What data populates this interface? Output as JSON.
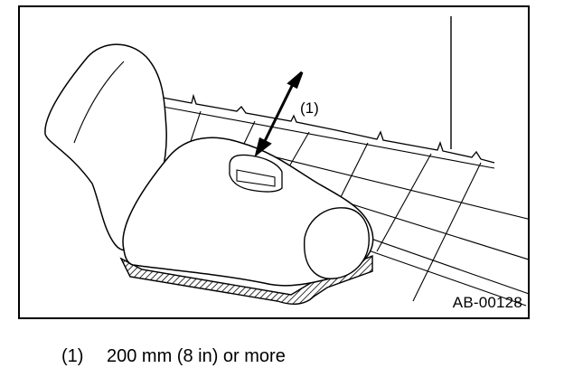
{
  "figure": {
    "id_label": "AB-00128",
    "callout": "(1)",
    "depicts": [
      "seat",
      "floor",
      "headroom-arrow"
    ]
  },
  "legend": {
    "items": [
      {
        "key": "(1)",
        "text": "200 mm (8 in) or more"
      }
    ]
  }
}
